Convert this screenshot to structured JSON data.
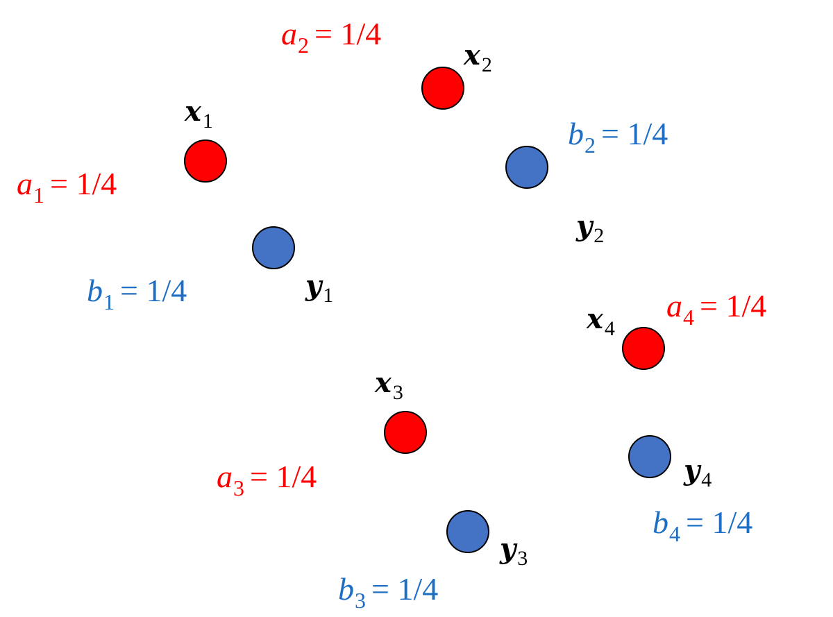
{
  "colors": {
    "source_fill": "#FF0000",
    "target_fill": "#4472C4",
    "source_label": "#FF0000",
    "target_label": "#1E6FC4",
    "point_name": "#000000"
  },
  "sources": [
    {
      "name": "x",
      "index": "1",
      "weight_var": "a",
      "weight_rest": "= 1/4"
    },
    {
      "name": "x",
      "index": "2",
      "weight_var": "a",
      "weight_rest": "= 1/4"
    },
    {
      "name": "x",
      "index": "3",
      "weight_var": "a",
      "weight_rest": "= 1/4"
    },
    {
      "name": "x",
      "index": "4",
      "weight_var": "a",
      "weight_rest": "= 1/4"
    }
  ],
  "targets": [
    {
      "name": "y",
      "index": "1",
      "weight_var": "b",
      "weight_rest": "= 1/4"
    },
    {
      "name": "y",
      "index": "2",
      "weight_var": "b",
      "weight_rest": "= 1/4"
    },
    {
      "name": "y",
      "index": "3",
      "weight_var": "b",
      "weight_rest": "= 1/4"
    },
    {
      "name": "y",
      "index": "4",
      "weight_var": "b",
      "weight_rest": "= 1/4"
    }
  ]
}
